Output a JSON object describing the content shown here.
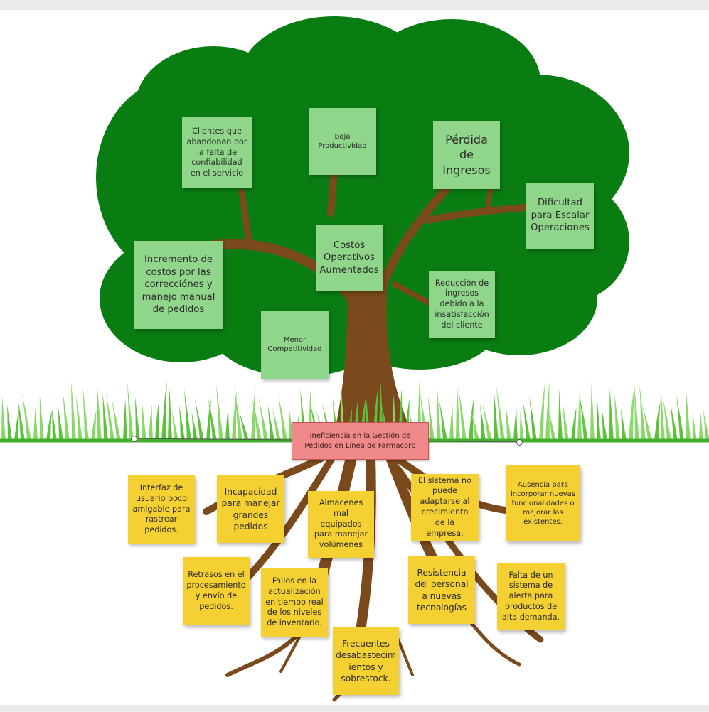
{
  "colors": {
    "canopy": "#0a7d12",
    "trunk": "#7a4a1c",
    "grass": "#43b02a",
    "leaf_note": "#8fd68a",
    "root_note": "#f5d033",
    "center_note": "#f08a8a"
  },
  "center": {
    "problem": "Ineficiencia en la Gestión de Pedidos en Línea de Farmacorp"
  },
  "effects": [
    "Clientes que abandonan por la falta de confiabilidad en el servicio",
    "Baja Productividad",
    "Pérdida de Ingresos",
    "Dificultad para Escalar Operaciones",
    "Incremento de costos por las correcciónes y manejo manual de pedidos",
    "Costos Operativos Aumentados",
    "Reducción de ingresos debido a la insatisfacción del cliente",
    "Menor Competitividad"
  ],
  "causes": [
    "Interfaz de usuario poco amigable para rastrear pedidos.",
    "Incapacidad para manejar grandes pedidos",
    "Almacenes mal equipados para manejar volúmenes",
    "El sistema no puede adaptarse al crecimiento de la empresa.",
    "Ausencia para incorporar nuevas funcionalidades o mejorar las existentes.",
    "Retrasos en el procesamiento y envío de pedidos.",
    "Fallos en la actualización en tiempo real de los niveles de inventario.",
    "Resistencia del personal a nuevas tecnologías",
    "Falta de un sistema de alerta para productos de alta demanda.",
    "Frecuentes desabastecim ientos y sobrestock."
  ]
}
